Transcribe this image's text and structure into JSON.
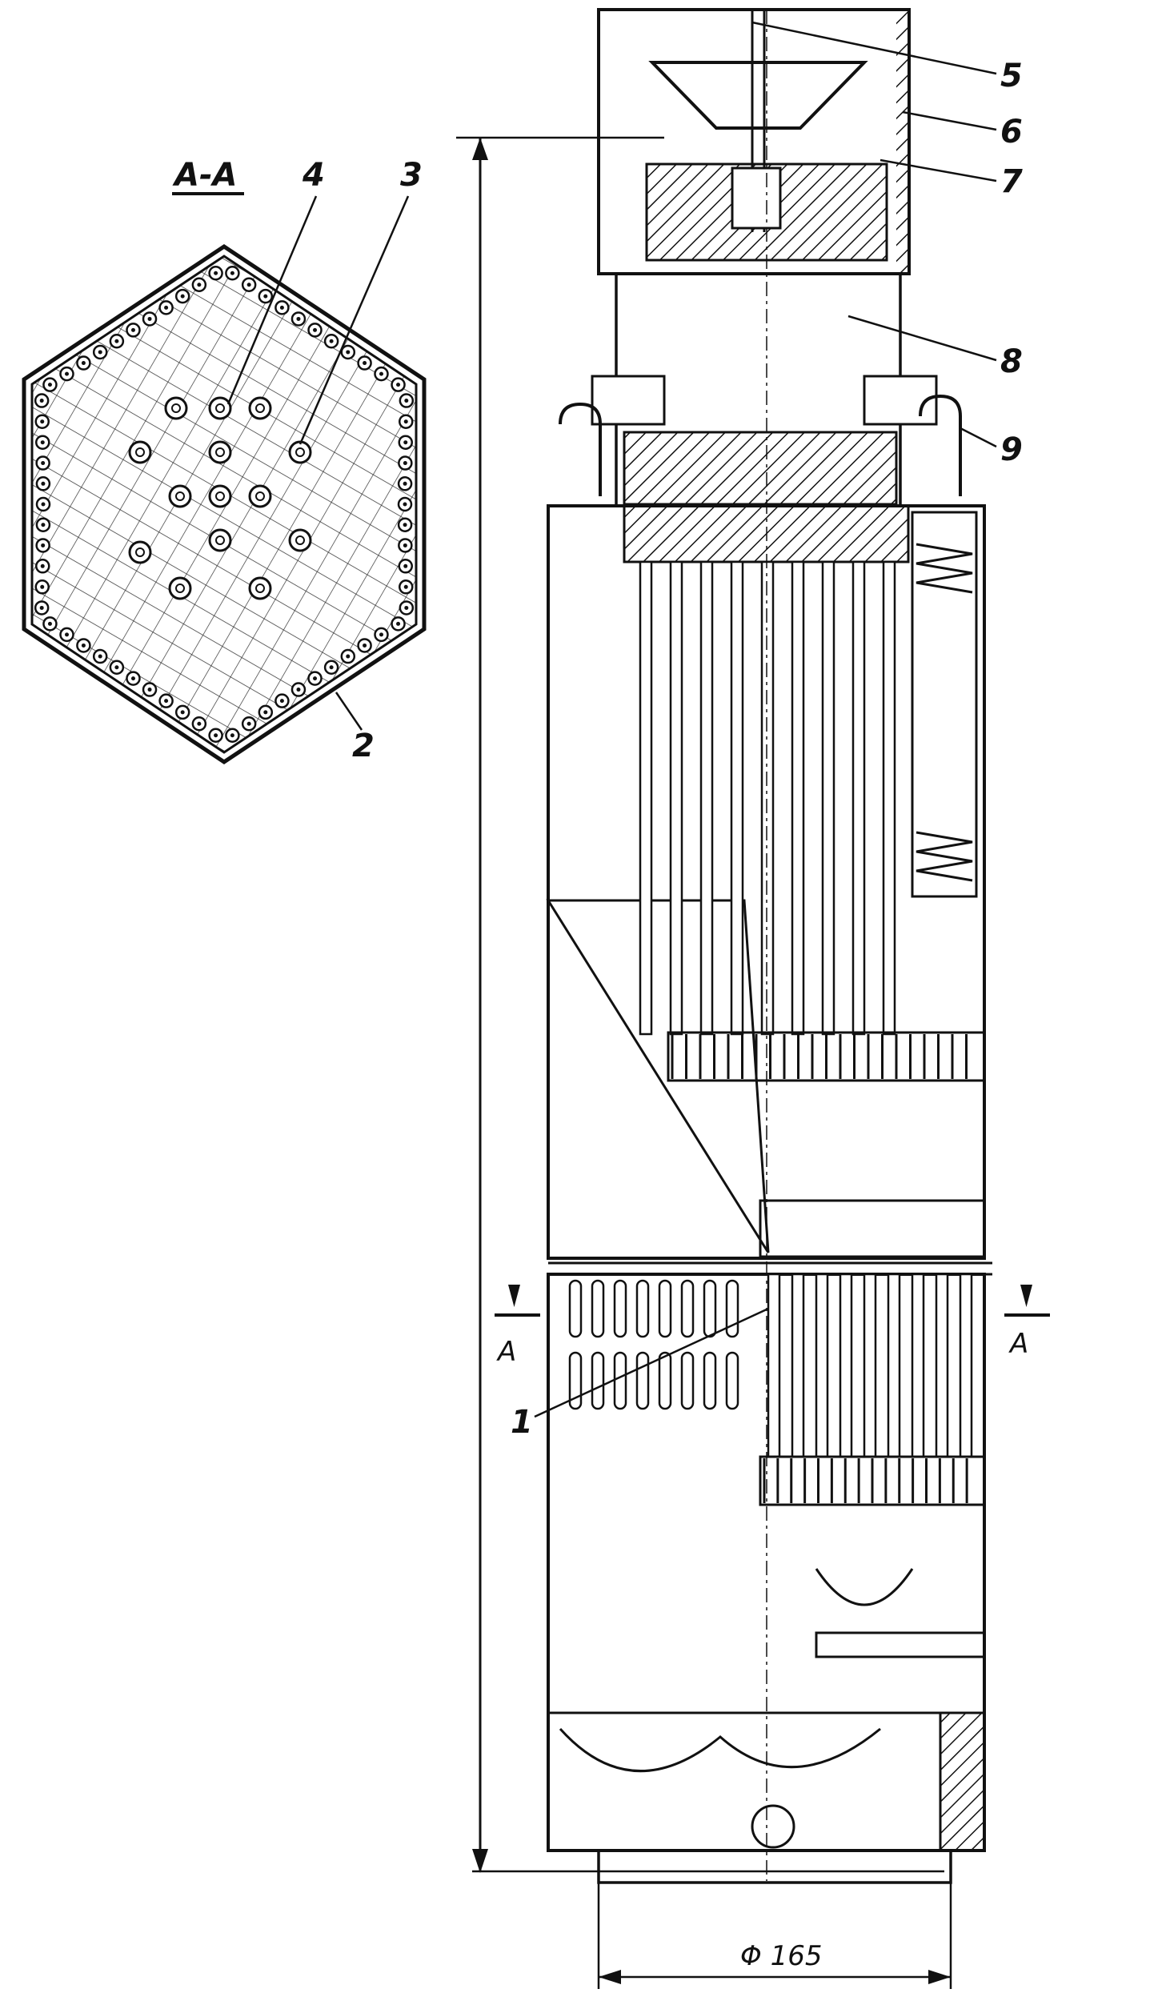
{
  "section_view": {
    "title": "А-А",
    "callouts": [
      "4",
      "3",
      "2"
    ]
  },
  "assembly": {
    "callouts": [
      "5",
      "6",
      "7",
      "8",
      "9",
      "1"
    ],
    "section_marks": [
      "А",
      "А"
    ],
    "diameter_label": "Φ 165"
  },
  "colors": {
    "ink": "#111111",
    "background": "#ffffff"
  }
}
